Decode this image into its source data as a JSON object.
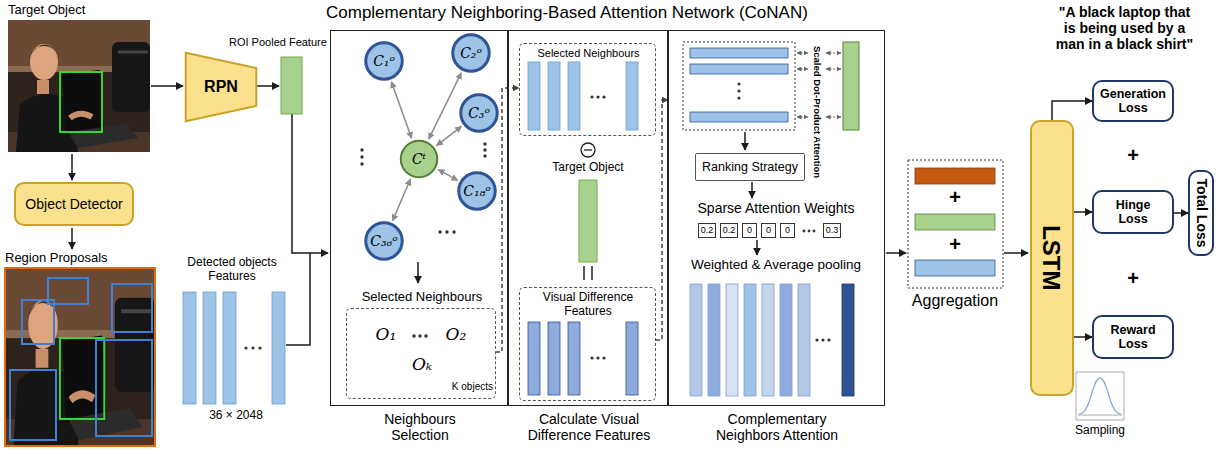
{
  "diagram": {
    "title": "Complementary Neighboring-Based Attention Network (CoNAN)",
    "nodes": [
      {
        "text": [
          "RPN"
        ]
      },
      {
        "text": [
          "Object Detector"
        ]
      },
      {
        "text": [
          "Neighbours Selection"
        ]
      },
      {
        "text": [
          "C₁ᵒ"
        ],
        "in": 2
      },
      {
        "text": [
          "C₂ᵒ"
        ],
        "in": 2
      },
      {
        "text": [
          "C₃ᵒ"
        ],
        "in": 2
      },
      {
        "text": [
          "Cᵗ"
        ],
        "in": 2
      },
      {
        "text": [
          "C₁₈ᵒ"
        ],
        "in": 2
      },
      {
        "text": [
          "C₃₆ᵒ"
        ],
        "in": 2
      },
      {
        "text": [
          "Selected Neighbours",
          "O₁",
          "O₂",
          "Oₖ",
          "K objects"
        ],
        "in": 2
      },
      {
        "text": [
          "Calculate Visual Difference Features"
        ]
      },
      {
        "text": [
          "Selected Neighbours"
        ],
        "in": 10
      },
      {
        "text": [
          "Visual Difference Features"
        ],
        "in": 10
      },
      {
        "text": [
          "Complementary Neighbors Attention"
        ]
      },
      {
        "text": [
          "Ranking Strategy"
        ],
        "in": 13
      },
      {
        "text": [
          "0.2"
        ],
        "in": 13
      },
      {
        "text": [
          "0.2"
        ],
        "in": 13
      },
      {
        "text": [
          "0"
        ],
        "in": 13
      },
      {
        "text": [
          "0"
        ],
        "in": 13
      },
      {
        "text": [
          "0"
        ],
        "in": 13
      },
      {
        "text": [
          "0.3"
        ],
        "in": 13
      },
      {
        "text": [
          "LSTM"
        ]
      },
      {
        "text": [
          "Generation Loss"
        ]
      },
      {
        "text": [
          "Hinge Loss"
        ]
      },
      {
        "text": [
          "Reward Loss"
        ]
      },
      {
        "text": [
          "Total Loss"
        ]
      }
    ],
    "edges": [
      {
        "from": 6,
        "to": 3,
        "arrow": "both"
      },
      {
        "from": 6,
        "to": 4,
        "arrow": "both"
      },
      {
        "from": 6,
        "to": 5,
        "arrow": "both"
      },
      {
        "from": 6,
        "to": 7,
        "arrow": "both"
      },
      {
        "from": 6,
        "to": 8,
        "arrow": "both"
      },
      {
        "from": 9,
        "to": 11,
        "arrow": "to"
      },
      {
        "from": 12,
        "to": 13,
        "arrow": "to"
      },
      {
        "from": 21,
        "to": 22,
        "arrow": "to"
      },
      {
        "from": 21,
        "to": 23,
        "arrow": "to"
      },
      {
        "from": 21,
        "to": 24,
        "arrow": "to"
      },
      {
        "from": 23,
        "to": 25,
        "arrow": "to"
      }
    ],
    "labels": [
      "Target Object",
      "ROI Pooled Feature",
      "Region Proposals",
      "Detected objects Features",
      "36 × 2048",
      "Target Object",
      "Scaled Dot-Product Attention",
      "Sparse Attention Weights",
      "Weighted & Average pooling",
      "+",
      "+",
      "Aggregation",
      "\"A black laptop that is being used by a man in a black shirt\"",
      "+",
      "+",
      "Sampling"
    ]
  }
}
